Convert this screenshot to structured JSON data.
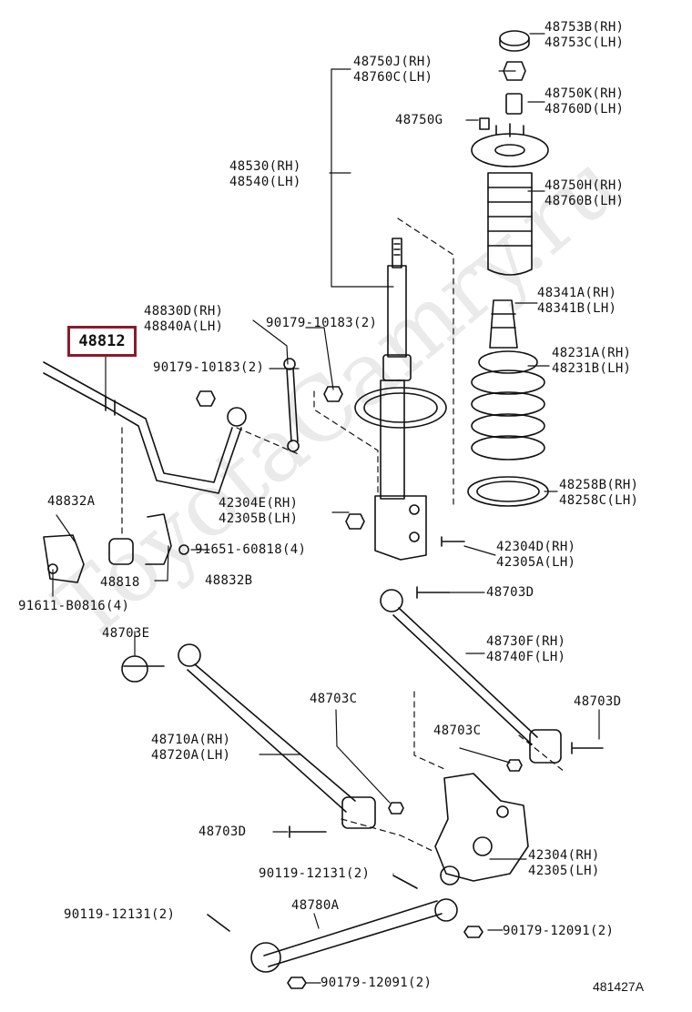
{
  "watermark": "ToyotaCamry.ru",
  "highlight_part": "48812",
  "diagram_code": "481427A",
  "labels": {
    "p48753": [
      "48753B(RH)",
      "48753C(LH)"
    ],
    "p48750j": [
      "48750J(RH)",
      "48760C(LH)"
    ],
    "p48750k": [
      "48750K(RH)",
      "48760D(LH)"
    ],
    "p48750g": [
      "48750G"
    ],
    "p48530": [
      "48530(RH)",
      "48540(LH)"
    ],
    "p48750h": [
      "48750H(RH)",
      "48760B(LH)"
    ],
    "p48341": [
      "48341A(RH)",
      "48341B(LH)"
    ],
    "p48830": [
      "48830D(RH)",
      "48840A(LH)"
    ],
    "p90179a": [
      "90179-10183(2)"
    ],
    "p90179b": [
      "90179-10183(2)"
    ],
    "p48231": [
      "48231A(RH)",
      "48231B(LH)"
    ],
    "p48258": [
      "48258B(RH)",
      "48258C(LH)"
    ],
    "p42304e": [
      "42304E(RH)",
      "42305B(LH)"
    ],
    "p48832a": [
      "48832A"
    ],
    "p91651": [
      "91651-60818(4)"
    ],
    "p42304d": [
      "42304D(RH)",
      "42305A(LH)"
    ],
    "p48818": [
      "48818"
    ],
    "p48832b": [
      "48832B"
    ],
    "p91611": [
      "91611-B0816(4)"
    ],
    "p48703d_top": [
      "48703D"
    ],
    "p48703e": [
      "48703E"
    ],
    "p48730": [
      "48730F(RH)",
      "48740F(LH)"
    ],
    "p48703c_a": [
      "48703C"
    ],
    "p48703d_right": [
      "48703D"
    ],
    "p48703c_b": [
      "48703C"
    ],
    "p48710": [
      "48710A(RH)",
      "48720A(LH)"
    ],
    "p48703d_left": [
      "48703D"
    ],
    "p42304": [
      "42304(RH)",
      "42305(LH)"
    ],
    "p90119a": [
      "90119-12131(2)"
    ],
    "p48780": [
      "48780A"
    ],
    "p90119b": [
      "90119-12131(2)"
    ],
    "p90179c": [
      "90179-12091(2)"
    ],
    "p90179d": [
      "90179-12091(2)"
    ]
  }
}
